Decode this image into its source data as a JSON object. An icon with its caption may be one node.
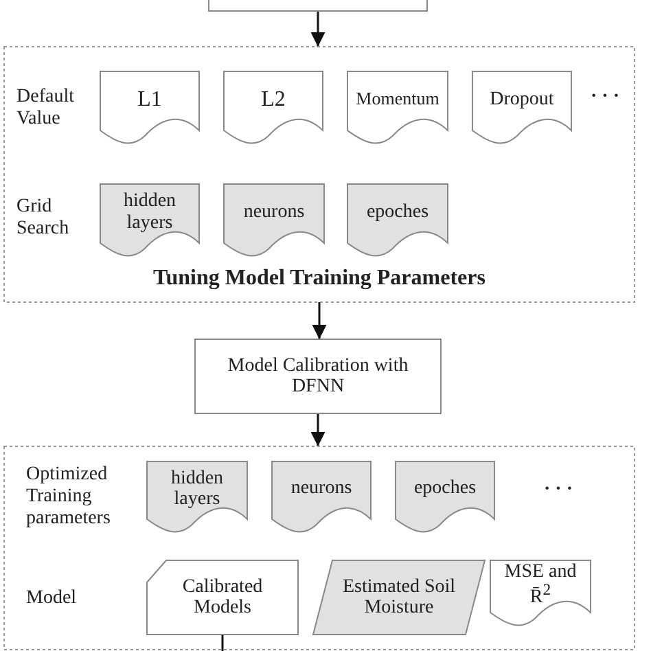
{
  "diagram": {
    "nodes": [
      {
        "text": [],
        "shape": "box"
      },
      {
        "text": [
          "Tuning Model Training Parameters"
        ]
      },
      {
        "text": [
          "L1"
        ],
        "in": 1
      },
      {
        "text": [
          "L2"
        ],
        "in": 1
      },
      {
        "text": [
          "Momentum"
        ],
        "in": 1
      },
      {
        "text": [
          "Dropout"
        ],
        "in": 1
      },
      {
        "text": [
          "hidden layers"
        ],
        "in": 1
      },
      {
        "text": [
          "neurons"
        ],
        "in": 1
      },
      {
        "text": [
          "epoches"
        ],
        "in": 1
      },
      {
        "text": [
          "Model Calibration with DFNN"
        ]
      },
      {
        "text": [],
        "shape": "box"
      },
      {
        "text": [
          "hidden layers"
        ],
        "in": 10
      },
      {
        "text": [
          "neurons"
        ],
        "in": 10
      },
      {
        "text": [
          "epoches"
        ],
        "in": 10
      },
      {
        "text": [
          "Calibrated Models"
        ],
        "in": 10
      },
      {
        "text": [
          "Estimated Soil Moisture"
        ],
        "in": 10
      },
      {
        "text": [
          "MSE and R̄$^{2}$"
        ],
        "in": 10
      }
    ],
    "edges": [
      {
        "from": 0,
        "to": 1,
        "arrow": "to"
      },
      {
        "from": 1,
        "to": 9,
        "arrow": "to"
      },
      {
        "from": 9,
        "to": 10,
        "arrow": "to"
      },
      {
        "from": 14,
        "to": null,
        "arrow": "none"
      }
    ],
    "labels": [
      "Default Value",
      "· · ·",
      "Grid Search",
      "Optimized Training parameters",
      "· · ·",
      "Model"
    ]
  }
}
